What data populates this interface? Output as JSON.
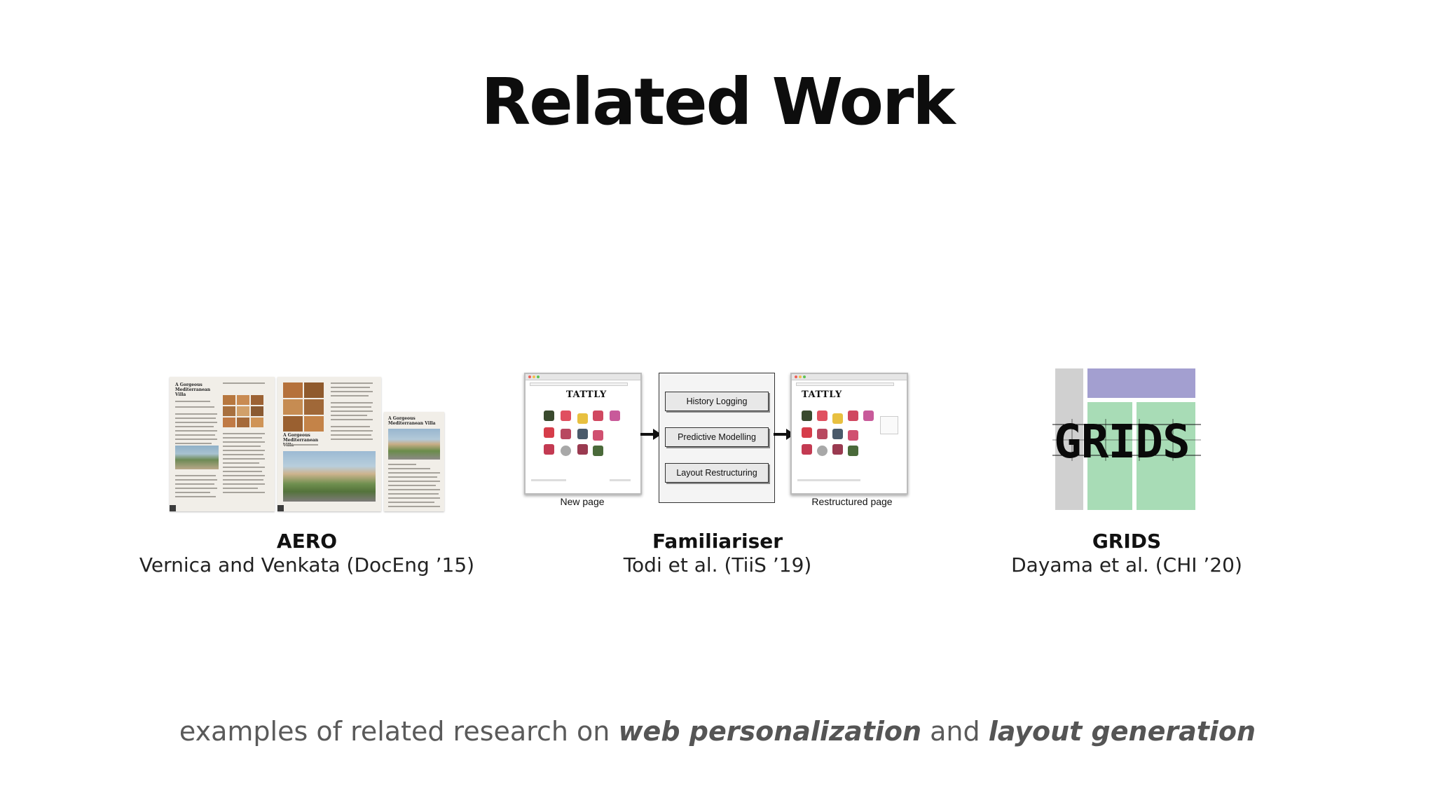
{
  "slide": {
    "title": "Related Work",
    "subtitle": {
      "prefix": "examples of related research on ",
      "emphasis1": "web personalization",
      "middle": " and ",
      "emphasis2": "layout generation"
    }
  },
  "works": [
    {
      "name": "AERO",
      "citation": "Vernica and Venkata (DocEng ’15)"
    },
    {
      "name": "Familiariser",
      "citation": "Todi et al. (TiiS ’19)"
    },
    {
      "name": "GRIDS",
      "citation": "Dayama et al. (CHI ’20)"
    }
  ],
  "aero": {
    "heading": "A Gorgeous Mediterranean Villa"
  },
  "familiariser": {
    "logo": "TATTLY",
    "new_page_label": "New page",
    "restructured_label": "Restructured page",
    "steps": [
      "History Logging",
      "Predictive Modelling",
      "Layout Restructuring"
    ]
  },
  "grids": {
    "word": "GRIDS",
    "colors": {
      "gray": "#d0d0d0",
      "purple": "#a39fd0",
      "green": "#a8dcb6"
    }
  }
}
